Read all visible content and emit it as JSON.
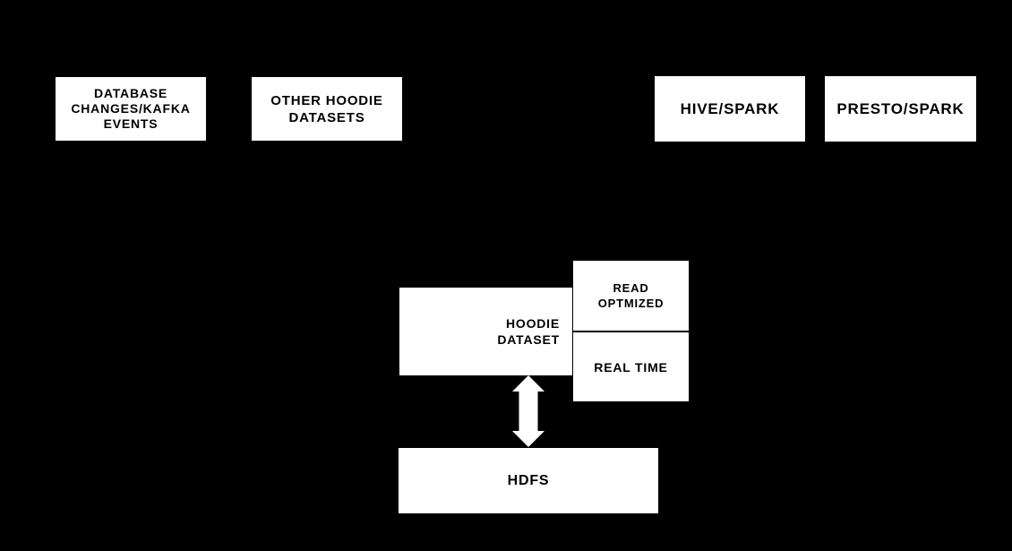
{
  "diagram": {
    "colors": {
      "background": "#000000",
      "node_fill": "#ffffff",
      "node_text": "#000000",
      "arrow": "#ffffff"
    },
    "nodes": {
      "database_changes_kafka_events": {
        "label": "DATABASE CHANGES/KAFKA EVENTS",
        "lines": [
          "DATABASE",
          "CHANGES/KAFKA",
          "EVENTS"
        ]
      },
      "other_hoodie_datasets": {
        "label": "OTHER HOODIE DATASETS",
        "lines": [
          "OTHER HOODIE",
          "DATASETS"
        ]
      },
      "hive_spark": {
        "label": "HIVE/SPARK",
        "lines": [
          "HIVE/SPARK"
        ]
      },
      "presto_spark": {
        "label": "PRESTO/SPARK",
        "lines": [
          "PRESTO/SPARK"
        ]
      },
      "hoodie_dataset": {
        "label": "HOODIE DATASET",
        "lines": [
          "HOODIE",
          "DATASET"
        ]
      },
      "read_optimized_view": {
        "label": "READ OPTMIZED",
        "lines": [
          "READ",
          "OPTMIZED"
        ]
      },
      "real_time_view": {
        "label": "REAL TIME",
        "lines": [
          "REAL TIME"
        ]
      },
      "hdfs": {
        "label": "HDFS",
        "lines": [
          "HDFS"
        ]
      }
    },
    "connectors": [
      {
        "name": "hoodie-dataset-hdfs-arrow",
        "type": "double-headed-vertical-arrow",
        "between": [
          "HOODIE DATASET",
          "HDFS"
        ]
      }
    ]
  }
}
